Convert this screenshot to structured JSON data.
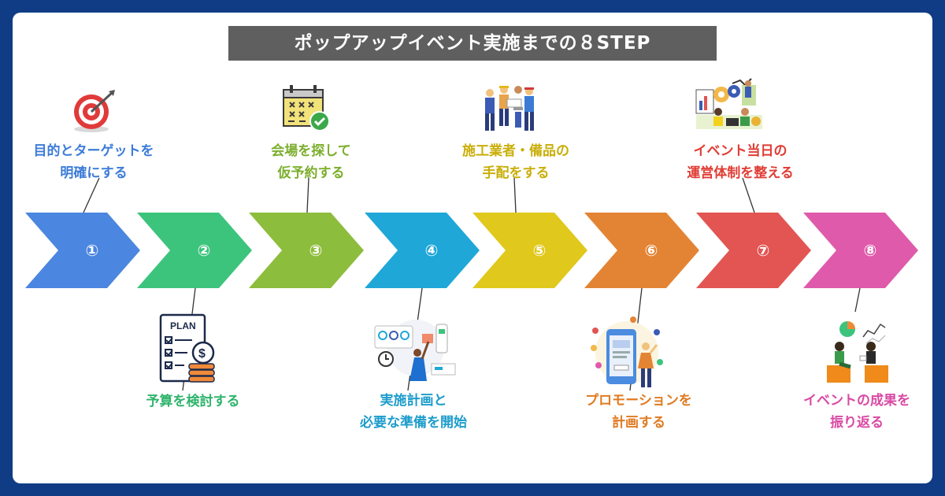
{
  "title": "ポップアップイベント実施までの８STEP",
  "steps": [
    {
      "number": "①",
      "color": "#4b86e0",
      "label": [
        "目的とターゲットを",
        "明確にする"
      ],
      "label_color": "#3c7cd8",
      "icon": "target-icon"
    },
    {
      "number": "②",
      "color": "#3cc47c",
      "label": [
        "予算を検討する"
      ],
      "label_color": "#2fb46c",
      "icon": "plan-budget-icon"
    },
    {
      "number": "③",
      "color": "#8dbd3c",
      "label": [
        "会場を探して",
        "仮予約する"
      ],
      "label_color": "#7cae2c",
      "icon": "calendar-icon"
    },
    {
      "number": "④",
      "color": "#1fa7d8",
      "label": [
        "実施計画と",
        "必要な準備を開始"
      ],
      "label_color": "#1d9ccb",
      "icon": "planning-dashboard-icon"
    },
    {
      "number": "⑤",
      "color": "#e0c81c",
      "label": [
        "施工業者・備品の",
        "手配をする"
      ],
      "label_color": "#c9ae08",
      "icon": "workers-icon"
    },
    {
      "number": "⑥",
      "color": "#e38434",
      "label": [
        "プロモーションを",
        "計画する"
      ],
      "label_color": "#e07b22",
      "icon": "smartphone-promotion-icon"
    },
    {
      "number": "⑦",
      "color": "#e25552",
      "label": [
        "イベント当日の",
        "運営体制を整える"
      ],
      "label_color": "#e03c34",
      "icon": "team-gears-icon"
    },
    {
      "number": "⑧",
      "color": "#df5aaa",
      "label": [
        "イベントの成果を",
        "振り返る"
      ],
      "label_color": "#d94aa4",
      "icon": "review-chart-icon"
    }
  ]
}
